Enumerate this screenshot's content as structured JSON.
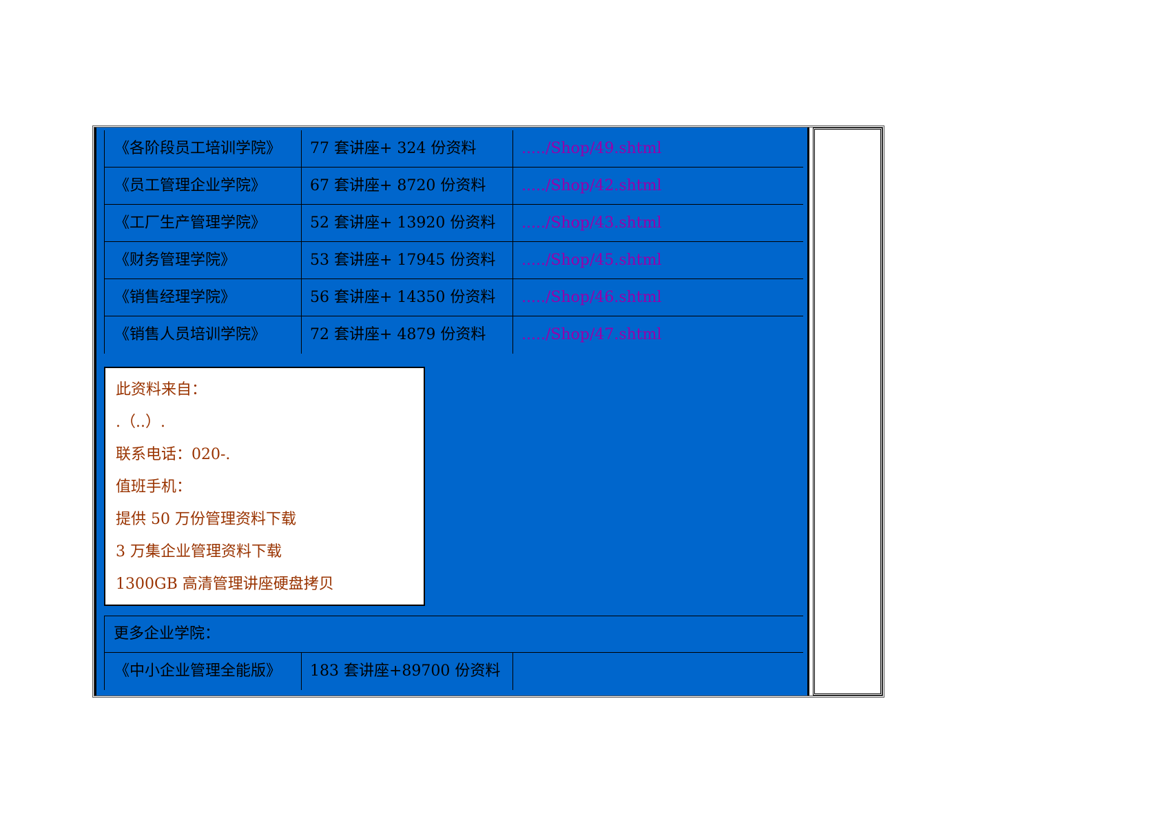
{
  "rows": [
    {
      "name": "《各阶段员工培训学院》",
      "count": "77 套讲座+ 324 份资料",
      "link": "...../Shop/49.shtml"
    },
    {
      "name": "《员工管理企业学院》",
      "count": "67 套讲座+ 8720 份资料",
      "link": "...../Shop/42.shtml"
    },
    {
      "name": "《工厂生产管理学院》",
      "count": "52 套讲座+ 13920 份资料",
      "link": "...../Shop/43.shtml"
    },
    {
      "name": "《财务管理学院》",
      "count": "53 套讲座+ 17945 份资料",
      "link": "...../Shop/45.shtml"
    },
    {
      "name": "《销售经理学院》",
      "count": "56 套讲座+ 14350 份资料",
      "link": "...../Shop/46.shtml"
    },
    {
      "name": "《销售人员培训学院》",
      "count": "72 套讲座+ 4879 份资料",
      "link": "...../Shop/47.shtml"
    }
  ],
  "info": {
    "lines": [
      "此资料来自：",
      ".（..）.",
      "联系电话：020-.",
      "值班手机：",
      "提供 50 万份管理资料下载",
      "3 万集企业管理资料下载",
      "1300GB  高清管理讲座硬盘拷贝"
    ]
  },
  "more": {
    "label": "更多企业学院：",
    "row": {
      "name": "《中小企业管理全能版》",
      "count": "183 套讲座+89700 份资料",
      "link": ""
    }
  },
  "colors": {
    "panel": "#0066cc",
    "link": "#9900aa",
    "info_text": "#993300"
  }
}
